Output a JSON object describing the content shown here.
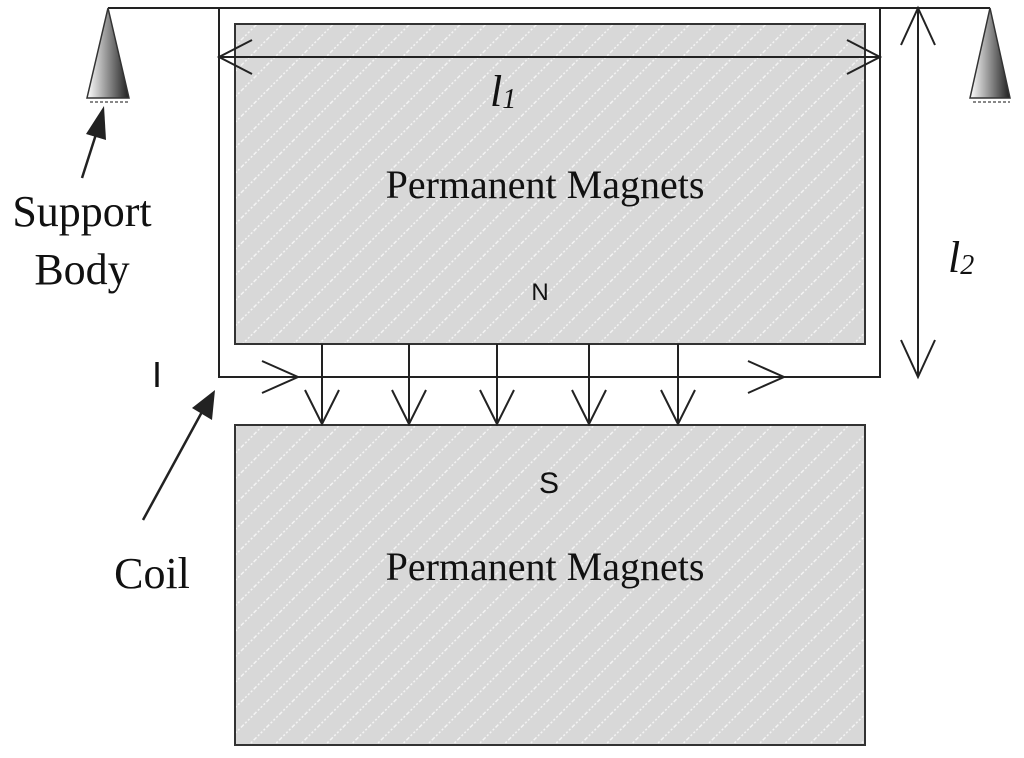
{
  "labels": {
    "top_magnet": "Permanent Magnets",
    "bottom_magnet": "Permanent Magnets",
    "north_pole": "N",
    "south_pole": "S",
    "support_body_line1": "Support",
    "support_body_line2": "Body",
    "coil": "Coil",
    "current": "I",
    "dim_length_letter": "l",
    "dim_length_sub": "1",
    "dim_height_letter": "l",
    "dim_height_sub": "2"
  },
  "colors": {
    "stroke": "#222222",
    "magnet_fill": "#d8d8d8",
    "hatch": "#f2f2f2"
  },
  "icons": {
    "support_left": "triangle-support-icon",
    "support_right": "triangle-support-icon"
  }
}
